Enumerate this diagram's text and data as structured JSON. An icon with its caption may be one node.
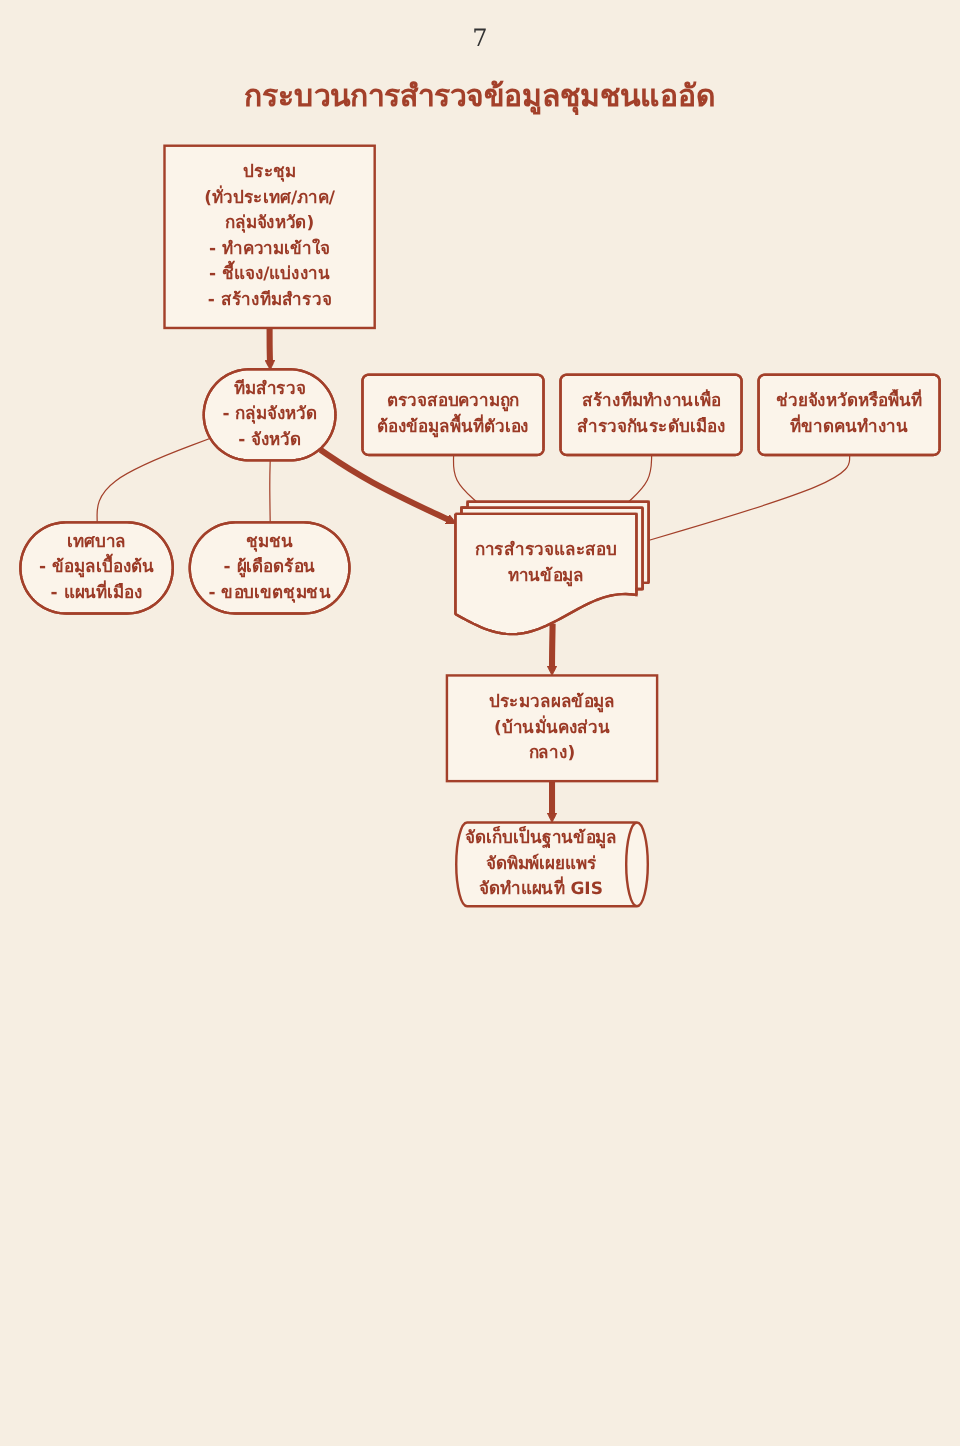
{
  "diagram": {
    "title": "กระบวนการสำรวจข้อมูลชุมชนแออัด",
    "nodes": [
      {
        "text": [
          "ประชุม",
          "(ทั่วประเทศ/ภาค/กลุ่มจังหวัด)",
          "- ทำความเข้าใจ",
          "- ชี้แจง/แบ่งงาน",
          "- สร้างทีมสำรวจ"
        ]
      },
      {
        "text": [
          "ทีมสำรวจ",
          "- กลุ่มจังหวัด",
          "- จังหวัด"
        ]
      },
      {
        "text": [
          "เทศบาล",
          "- ข้อมูลเบื้องต้น",
          "- แผนที่เมือง"
        ]
      },
      {
        "text": [
          "ชุมชน",
          "- ผู้เดือดร้อน",
          "- ขอบเขตชุมชน"
        ]
      },
      {
        "text": [
          "ตรวจสอบความถูกต้องข้อมูลพื้นที่ตัวเอง"
        ]
      },
      {
        "text": [
          "สร้างทีมทำงานเพื่อสำรวจกันระดับเมือง"
        ]
      },
      {
        "text": [
          "ช่วยจังหวัดหรือพื้นที่ที่ขาดคนทำงาน"
        ]
      },
      {
        "text": [
          "การสำรวจและสอบทานข้อมูล"
        ]
      },
      {
        "text": [
          "ประมวลผลข้อมูล",
          "(บ้านมั่นคงส่วนกลาง)"
        ]
      },
      {
        "text": [
          "จัดเก็บเป็นฐานข้อมูล",
          "จัดพิมพ์เผยแพร่",
          "จัดทำแผนที่ GIS"
        ]
      }
    ],
    "edges": [
      {
        "from": 0,
        "to": 1,
        "arrow": "to",
        "style": "thick"
      },
      {
        "from": 1,
        "to": 2,
        "arrow": "none"
      },
      {
        "from": 1,
        "to": 3,
        "arrow": "none"
      },
      {
        "from": 1,
        "to": 7,
        "arrow": "to",
        "style": "thick"
      },
      {
        "from": 4,
        "to": 7,
        "arrow": "none"
      },
      {
        "from": 5,
        "to": 7,
        "arrow": "none"
      },
      {
        "from": 6,
        "to": 7,
        "arrow": "none"
      },
      {
        "from": 7,
        "to": 8,
        "arrow": "to",
        "style": "thick"
      },
      {
        "from": 8,
        "to": 9,
        "arrow": "to",
        "style": "thick"
      }
    ],
    "labels": [
      "7"
    ]
  }
}
